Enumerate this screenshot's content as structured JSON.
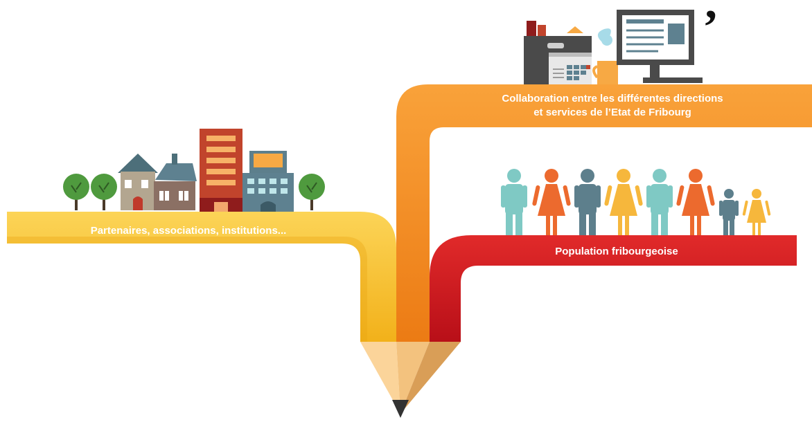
{
  "labels": {
    "yellow_band": "Partenaires, associations, institutions...",
    "orange_band_line1": "Collaboration entre les différentes directions",
    "orange_band_line2": "et services de l’Etat de Fribourg",
    "red_band": "Population fribourgeoise"
  },
  "icons": {
    "quote": "’"
  },
  "colors": {
    "yellow": "#f6be2a",
    "orange": "#f08a1c",
    "red": "#c8141d",
    "pencil_wood": "#f3c27e",
    "pencil_tip": "#333333",
    "people_teal": "#7fc9c4",
    "people_orange": "#ec6a2e",
    "people_slate": "#5d7f8c",
    "people_gold": "#f6b73c"
  }
}
